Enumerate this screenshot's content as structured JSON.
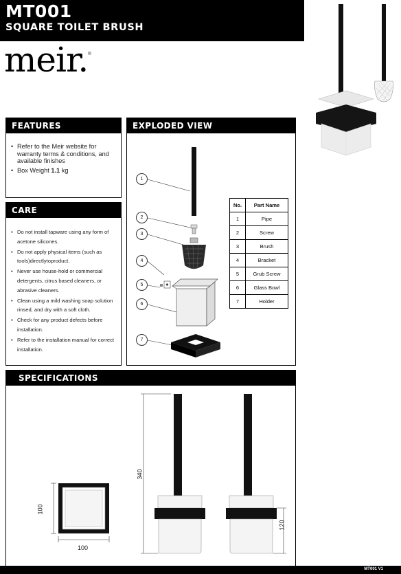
{
  "header": {
    "model_code": "MT001",
    "product_name": "SQUARE TOILET BRUSH"
  },
  "brand": {
    "logo_text": "meir.",
    "trademark": "®"
  },
  "features": {
    "title": "FEATURES",
    "items": [
      "Refer to the Meir website for warranty terms & conditions, and available finishes"
    ],
    "box_weight_label": "Box Weight",
    "box_weight_value": "1.1",
    "box_weight_unit": "kg"
  },
  "care": {
    "title": "CARE",
    "items": [
      "Do not install tapware using any form of acetone silicones.",
      "Do not apply physical items (such as tools)directlytoproduct.",
      "Never use house-hold or commercial detergents, citrus based cleaners, or abrasive cleaners.",
      "Clean using a mild washing soap solution rinsed, and dry with a soft cloth.",
      "Check for any product defects before installation.",
      "Refer to the installation manual for correct installation."
    ]
  },
  "exploded_view": {
    "title": "EXPLODED VIEW",
    "table_headers": [
      "No.",
      "Part Name"
    ],
    "parts": [
      {
        "no": "1",
        "name": "Pipe"
      },
      {
        "no": "2",
        "name": "Screw"
      },
      {
        "no": "3",
        "name": "Brush"
      },
      {
        "no": "4",
        "name": "Bracket"
      },
      {
        "no": "5",
        "name": "Grub Screw"
      },
      {
        "no": "6",
        "name": "Glass Bowl"
      },
      {
        "no": "7",
        "name": "Holder"
      }
    ]
  },
  "specifications": {
    "title": "SPECIFICATIONS",
    "dim_width": "100",
    "dim_depth": "100",
    "dim_height": "340",
    "dim_bowl_height": "120"
  },
  "footer": {
    "doc_code": "MT001 V1"
  },
  "colors": {
    "band": "#000000",
    "matte_black": "#111111",
    "frosted_glass": "#eeeeee"
  }
}
